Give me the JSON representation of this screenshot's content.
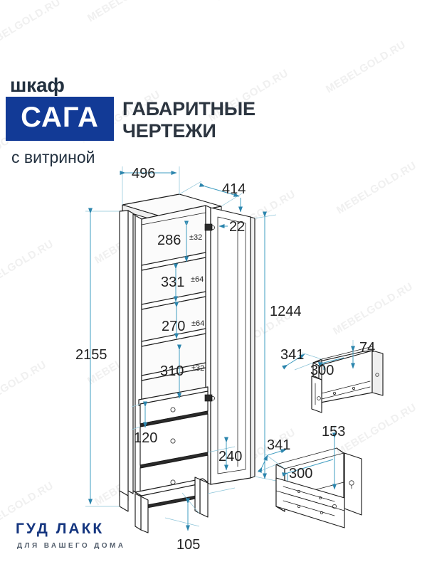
{
  "meta": {
    "colors": {
      "brand_blue": "#123a96",
      "title_dark": "#2c3540",
      "dimension_line": "#3f9cc0",
      "dimension_text": "#232323",
      "footer_blue": "#14357f",
      "watermark": "#f0f0f0",
      "background": "#ffffff"
    },
    "watermark_text": "MEBELGOLD.RU"
  },
  "header": {
    "product_type": "шкаф",
    "model_name": "САГА",
    "variant": "с витриной",
    "title_line1": "ГАБАРИТНЫЕ",
    "title_line2": "ЧЕРТЕЖИ"
  },
  "footer": {
    "brand": "ГУД ЛАКК",
    "tagline": "ДЛЯ ВАШЕГО ДОМА"
  },
  "dimensions": {
    "cabinet": {
      "width": "496",
      "depth": "414",
      "total_height": "2155",
      "door_height": "1244",
      "door_thickness": "22",
      "shelf_gap_1": "286",
      "shelf_gap_1_tol": "±32",
      "shelf_gap_2": "331",
      "shelf_gap_2_tol": "±64",
      "shelf_gap_3": "270",
      "shelf_gap_3_tol": "±64",
      "shelf_gap_4": "310",
      "shelf_gap_4_tol": "±32",
      "drawer_front_small": "120",
      "drawer_front_large": "240",
      "leg_height": "105"
    },
    "drawer_small": {
      "outer_width": "341",
      "inner_width": "300",
      "height": "74"
    },
    "drawer_large": {
      "outer_width": "341",
      "inner_width": "300",
      "height": "153"
    }
  }
}
